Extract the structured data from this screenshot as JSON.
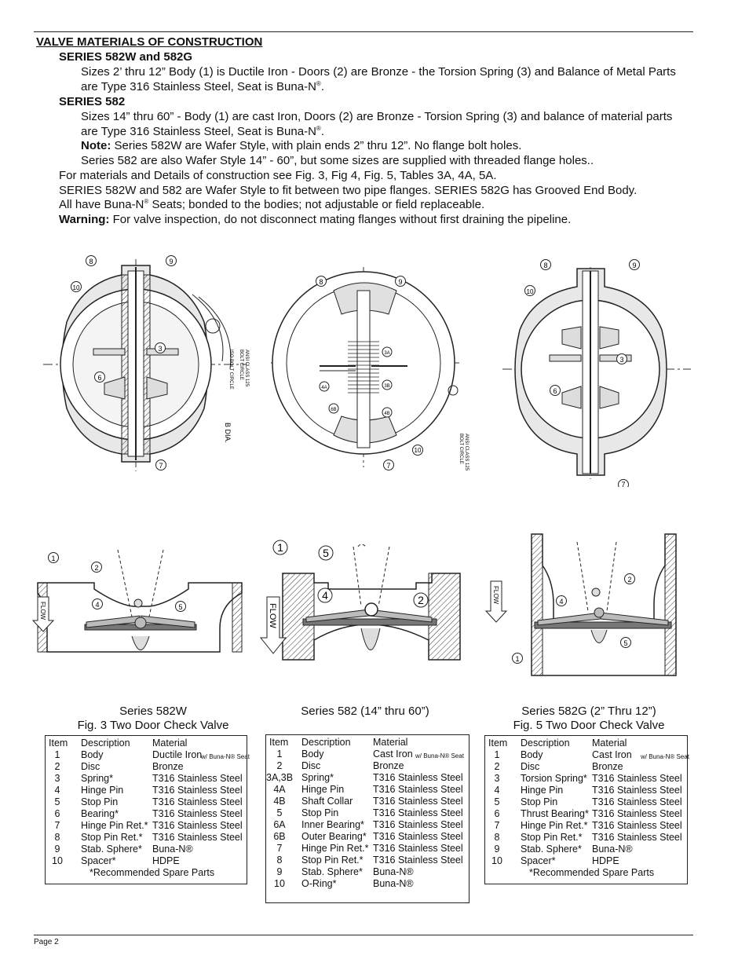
{
  "heading": "VALVE MATERIALS OF CONSTRUCTION",
  "text": {
    "series1_title": "SERIES 582W and 582G",
    "series1_line1": "Sizes 2’ thru 12” Body (1) is Ductile Iron - Doors (2) are Bronze - the Torsion Spring (3) and Balance of Metal Parts",
    "series1_line2": "are Type 316 Stainless Steel, Seat is Buna-N",
    "series2_title": "SERIES 582",
    "series2_line1": "Sizes 14” thru 60” - Body (1) are cast Iron, Doors (2) are Bronze - Torsion Spring (3) and balance of material parts",
    "series2_line2": "are Type 316 Stainless Steel, Seat is Buna-N",
    "note_label": "Note:",
    "note_line1": "Series 582W are Wafer Style, with plain ends 2” thru 12”. No flange bolt holes.",
    "note_line2": "Series 582 are also Wafer Style 14” - 60”, but some sizes are supplied with threaded flange holes..",
    "para1": "For materials and Details of construction see Fig. 3, Fig 4, Fig. 5, Tables 3A, 4A, 5A.",
    "para2": "SERIES 582W and 582 are Wafer Style to fit between two pipe flanges. SERIES 582G has Grooved End Body.",
    "para3_a": "All have Buna-N",
    "para3_b": " Seats; bonded to the bodies; not adjustable or field replaceable.",
    "warning_label": "Warning:",
    "warning_text": " For valve inspection, do not disconnect mating flanges without first draining the pipeline.",
    "reg": "®",
    "period": "."
  },
  "figures": {
    "left_labels": {
      "ansi": "ANSI CLASS 125",
      "bolt": "BOLT CIRCLE",
      "iso": "ISO BOLT CIRCLE",
      "bdia": "B DIA.",
      "flow": "FLOW"
    },
    "middle_labels": {
      "ansi": "ANSI CLASS 125",
      "bolt": "BOLT CIRCLE",
      "flow": "FLOW"
    },
    "right_labels": {
      "flow": "FLOW"
    }
  },
  "captions": {
    "fig3_line1": "Series 582W",
    "fig3_line2": "Fig. 3 Two Door Check Valve",
    "fig4_line1": "Series 582 (14” thru 60”)",
    "fig5_line1": "Series 582G (2” Thru 12”)",
    "fig5_line2": "Fig. 5 Two Door Check Valve"
  },
  "tables": {
    "headers": {
      "item": "Item",
      "description": "Description",
      "material": "Material"
    },
    "footnote": "*Recommended Spare Parts",
    "seat_note": "w/ Buna-N® Seat",
    "t3": [
      {
        "item": "1",
        "desc": "Body",
        "mat": "Ductile Iron"
      },
      {
        "item": "2",
        "desc": "Disc",
        "mat": "Bronze"
      },
      {
        "item": "3",
        "desc": "Spring*",
        "mat": "T316 Stainless Steel"
      },
      {
        "item": "4",
        "desc": "Hinge Pin",
        "mat": "T316 Stainless Steel"
      },
      {
        "item": "5",
        "desc": "Stop Pin",
        "mat": "T316 Stainless Steel"
      },
      {
        "item": "6",
        "desc": "Bearing*",
        "mat": "T316 Stainless Steel"
      },
      {
        "item": "7",
        "desc": "Hinge Pin Ret.*",
        "mat": "T316 Stainless Steel"
      },
      {
        "item": "8",
        "desc": "Stop Pin Ret.*",
        "mat": "T316 Stainless Steel"
      },
      {
        "item": "9",
        "desc": "Stab. Sphere*",
        "mat": "Buna-N®"
      },
      {
        "item": "10",
        "desc": "Spacer*",
        "mat": "HDPE"
      }
    ],
    "t4": [
      {
        "item": "1",
        "desc": "Body",
        "mat": "Cast Iron"
      },
      {
        "item": "2",
        "desc": "Disc",
        "mat": "Bronze"
      },
      {
        "item": "3A,3B",
        "desc": "Spring*",
        "mat": "T316 Stainless Steel"
      },
      {
        "item": "4A",
        "desc": "Hinge Pin",
        "mat": "T316 Stainless Steel"
      },
      {
        "item": "4B",
        "desc": "Shaft Collar",
        "mat": "T316 Stainless Steel"
      },
      {
        "item": "5",
        "desc": "Stop Pin",
        "mat": "T316 Stainless Steel"
      },
      {
        "item": "6A",
        "desc": "Inner Bearing*",
        "mat": "T316 Stainless Steel"
      },
      {
        "item": "6B",
        "desc": "Outer Bearing*",
        "mat": "T316 Stainless Steel"
      },
      {
        "item": "7",
        "desc": "Hinge Pin Ret.*",
        "mat": "T316 Stainless Steel"
      },
      {
        "item": "8",
        "desc": "Stop Pin Ret.*",
        "mat": "T316 Stainless Steel"
      },
      {
        "item": "9",
        "desc": "Stab. Sphere*",
        "mat": "Buna-N®"
      },
      {
        "item": "10",
        "desc": "O-Ring*",
        "mat": "Buna-N®"
      }
    ],
    "t5": [
      {
        "item": "1",
        "desc": "Body",
        "mat": "Cast Iron"
      },
      {
        "item": "2",
        "desc": "Disc",
        "mat": "Bronze"
      },
      {
        "item": "3",
        "desc": "Torsion Spring*",
        "mat": "T316 Stainless Steel"
      },
      {
        "item": "4",
        "desc": "Hinge Pin",
        "mat": "T316 Stainless Steel"
      },
      {
        "item": "5",
        "desc": "Stop Pin",
        "mat": "T316 Stainless Steel"
      },
      {
        "item": "6",
        "desc": "Thrust Bearing*",
        "mat": "T316 Stainless Steel"
      },
      {
        "item": "7",
        "desc": "Hinge Pin Ret.*",
        "mat": "T316 Stainless Steel"
      },
      {
        "item": "8",
        "desc": "Stop Pin Ret.*",
        "mat": "T316 Stainless Steel"
      },
      {
        "item": "9",
        "desc": "Stab. Sphere*",
        "mat": "Buna-N®"
      },
      {
        "item": "10",
        "desc": "Spacer*",
        "mat": "HDPE"
      }
    ]
  },
  "footer": {
    "page": "Page 2"
  }
}
